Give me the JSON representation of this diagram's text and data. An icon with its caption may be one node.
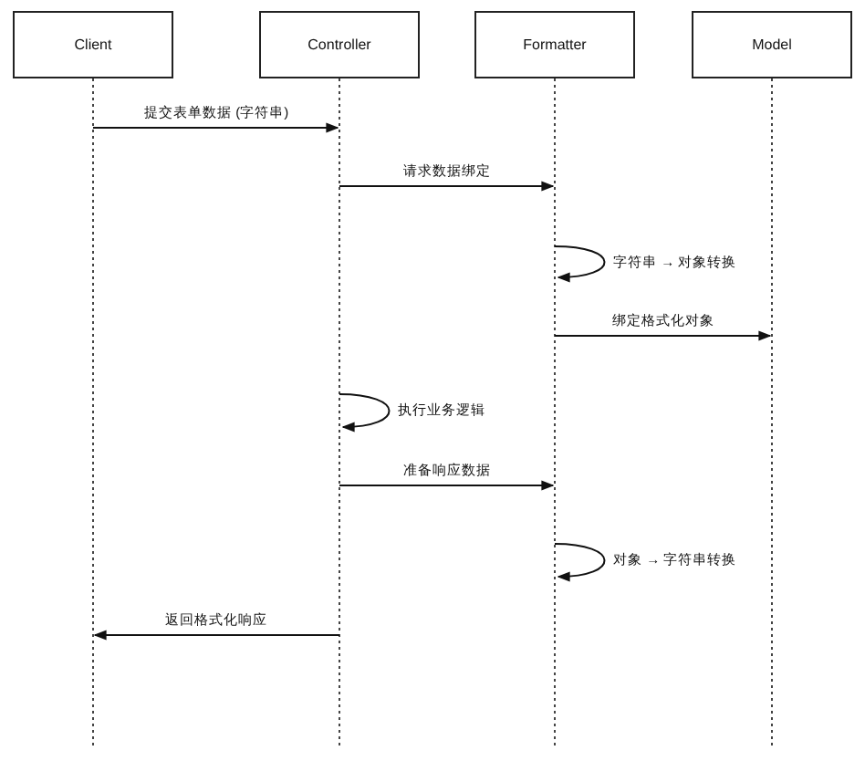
{
  "diagram": {
    "nodes": [
      {
        "text": [
          "Client"
        ]
      },
      {
        "text": [
          "Controller"
        ]
      },
      {
        "text": [
          "Formatter"
        ]
      },
      {
        "text": [
          "Model"
        ]
      }
    ],
    "edges": [
      {
        "from": 0,
        "to": 1,
        "arrow": "to",
        "label": "提交表单数据 (字符串)"
      },
      {
        "from": 1,
        "to": 2,
        "arrow": "to",
        "label": "请求数据绑定"
      },
      {
        "from": 2,
        "to": 2,
        "arrow": "to",
        "label": "字符串 → 对象转换"
      },
      {
        "from": 2,
        "to": 3,
        "arrow": "to",
        "label": "绑定格式化对象"
      },
      {
        "from": 1,
        "to": 1,
        "arrow": "to",
        "label": "执行业务逻辑"
      },
      {
        "from": 1,
        "to": 2,
        "arrow": "to",
        "label": "准备响应数据"
      },
      {
        "from": 2,
        "to": 2,
        "arrow": "to",
        "label": "对象 → 字符串转换"
      },
      {
        "from": 1,
        "to": 0,
        "arrow": "to",
        "label": "返回格式化响应"
      }
    ]
  }
}
